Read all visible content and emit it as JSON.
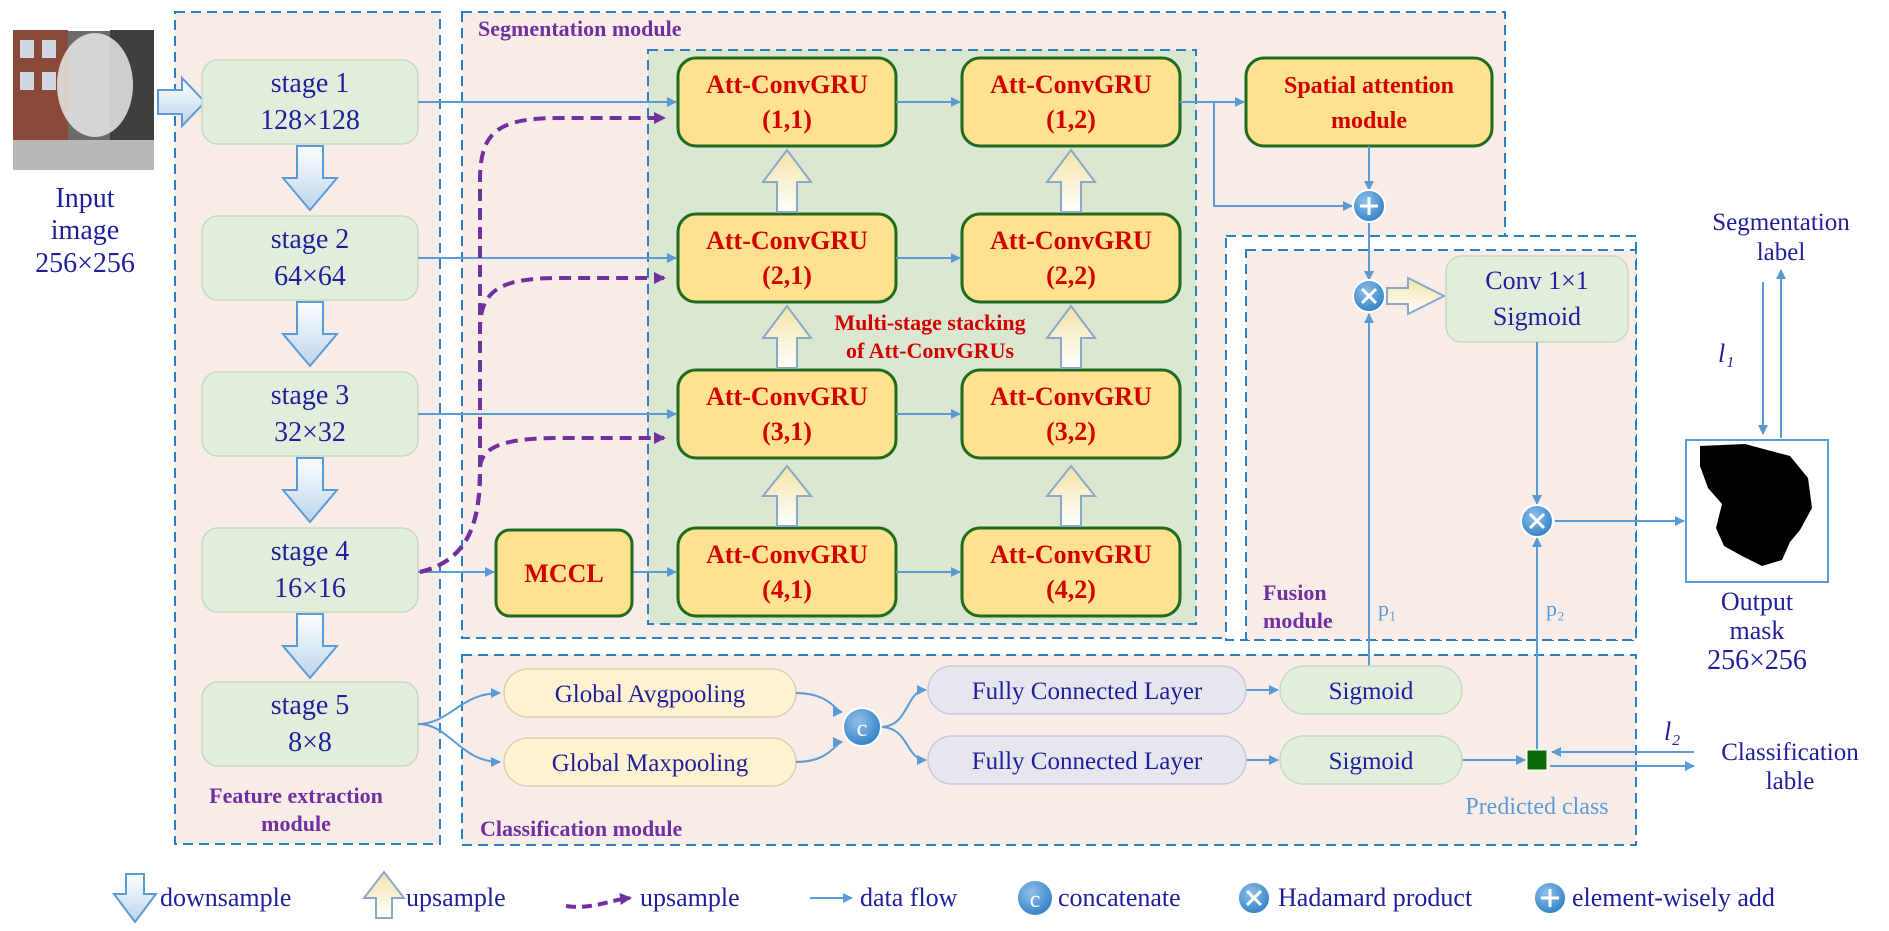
{
  "colors": {
    "module_fill": "#f8ece8",
    "module_border": "#2e7ec4",
    "seg_inner_fill": "#dbe7d1",
    "stage_fill": "#e2eedb",
    "att_fill": "#ffe28f",
    "att_border": "#1f6b1f",
    "att_text": "#d40000",
    "blue_text": "#1f1f9e",
    "purple": "#7030a0",
    "arrow_blue": "#5b9bd5",
    "pool_fill": "#fff2d0",
    "fc_fill": "#e6e6ef",
    "op_fill": "#2e7ec4",
    "class_square": "#0a6b0a",
    "light_blue_text": "#5b9bd5"
  },
  "input": {
    "label_line1": "Input",
    "label_line2": "image",
    "label_line3": "256×256"
  },
  "feature_module": {
    "title_line1": "Feature extraction",
    "title_line2": "module",
    "stages": [
      {
        "name": "stage 1",
        "size": "128×128"
      },
      {
        "name": "stage 2",
        "size": "64×64"
      },
      {
        "name": "stage 3",
        "size": "32×32"
      },
      {
        "name": "stage 4",
        "size": "16×16"
      },
      {
        "name": "stage 5",
        "size": "8×8"
      }
    ]
  },
  "segmentation_module": {
    "title": "Segmentation module",
    "multi_stage_line1": "Multi-stage stacking",
    "multi_stage_line2": "of Att-ConvGRUs",
    "mccl": "MCCL",
    "cells": [
      {
        "name": "Att-ConvGRU",
        "index": "(1,1)"
      },
      {
        "name": "Att-ConvGRU",
        "index": "(1,2)"
      },
      {
        "name": "Att-ConvGRU",
        "index": "(2,1)"
      },
      {
        "name": "Att-ConvGRU",
        "index": "(2,2)"
      },
      {
        "name": "Att-ConvGRU",
        "index": "(3,1)"
      },
      {
        "name": "Att-ConvGRU",
        "index": "(3,2)"
      },
      {
        "name": "Att-ConvGRU",
        "index": "(4,1)"
      },
      {
        "name": "Att-ConvGRU",
        "index": "(4,2)"
      }
    ],
    "spatial_line1": "Spatial attention",
    "spatial_line2": "module"
  },
  "fusion_module": {
    "title_line1": "Fusion",
    "title_line2": "module",
    "conv_line1": "Conv 1×1",
    "conv_line2": "Sigmoid",
    "p1": "p₁",
    "p2": "p₂"
  },
  "output": {
    "seg_label_line1": "Segmentation",
    "seg_label_line2": "label",
    "l1": "l₁",
    "mask_line1": "Output",
    "mask_line2": "mask",
    "mask_line3": "256×256",
    "l2": "l₂",
    "class_line1": "Classification",
    "class_line2": "lable"
  },
  "classification_module": {
    "title": "Classification module",
    "avg": "Global Avgpooling",
    "max": "Global Maxpooling",
    "concat_symbol": "c",
    "fc1": "Fully Connected Layer",
    "fc2": "Fully Connected Layer",
    "sig1": "Sigmoid",
    "sig2": "Sigmoid",
    "predicted": "Predicted class"
  },
  "legend": {
    "downsample": "downsample",
    "upsample": "upsample",
    "upsample_dashed": "upsample",
    "data_flow": "data flow",
    "concatenate": "concatenate",
    "concat_symbol": "c",
    "hadamard": "Hadamard product",
    "add": "element-wisely add"
  }
}
